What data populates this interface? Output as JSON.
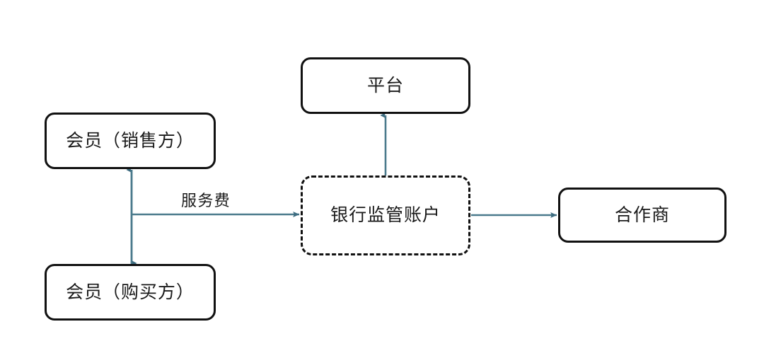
{
  "diagram": {
    "type": "flowchart",
    "background_color": "#ffffff",
    "node_border_color": "#111111",
    "arrow_color": "#4a7a8c",
    "text_color": "#1a1a1a",
    "nodes": [
      {
        "id": "member-seller",
        "label": "会员（销售方）",
        "border_style": "solid",
        "shape": "rounded-rectangle"
      },
      {
        "id": "member-buyer",
        "label": "会员（购买方）",
        "border_style": "solid",
        "shape": "rounded-rectangle"
      },
      {
        "id": "platform",
        "label": "平台",
        "border_style": "solid",
        "shape": "rounded-rectangle"
      },
      {
        "id": "bank-account",
        "label": "银行监管账户",
        "border_style": "dashed",
        "shape": "rounded-rectangle"
      },
      {
        "id": "partner",
        "label": "合作商",
        "border_style": "solid",
        "shape": "rounded-rectangle"
      }
    ],
    "edges": [
      {
        "id": "member-seller-buyer",
        "from": "member-buyer",
        "to": "member-seller",
        "label": "",
        "direction": "bidirectional",
        "orientation": "vertical"
      },
      {
        "id": "service-fee",
        "from": "member-link",
        "to": "bank-account",
        "label": "服务费",
        "direction": "forward",
        "orientation": "horizontal"
      },
      {
        "id": "bank-to-platform",
        "from": "bank-account",
        "to": "platform",
        "label": "",
        "direction": "forward",
        "orientation": "vertical"
      },
      {
        "id": "bank-to-partner",
        "from": "bank-account",
        "to": "partner",
        "label": "",
        "direction": "forward",
        "orientation": "horizontal"
      }
    ]
  }
}
